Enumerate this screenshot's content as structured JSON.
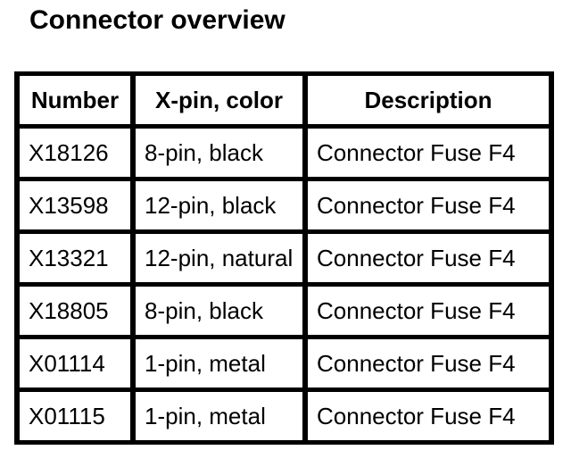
{
  "title": "Connector overview",
  "table": {
    "headers": [
      "Number",
      "X-pin, color",
      "Description"
    ],
    "rows": [
      [
        "X18126",
        "8-pin, black",
        "Connector Fuse F4"
      ],
      [
        "X13598",
        "12-pin, black",
        "Connector Fuse F4"
      ],
      [
        "X13321",
        "12-pin, natural",
        "Connector Fuse F4"
      ],
      [
        "X18805",
        "8-pin, black",
        "Connector Fuse F4"
      ],
      [
        "X01114",
        "1-pin, metal",
        "Connector Fuse F4"
      ],
      [
        "X01115",
        "1-pin, metal",
        "Connector Fuse F4"
      ]
    ]
  },
  "colors": {
    "text": "#000000",
    "border": "#000000",
    "background": "#ffffff"
  }
}
